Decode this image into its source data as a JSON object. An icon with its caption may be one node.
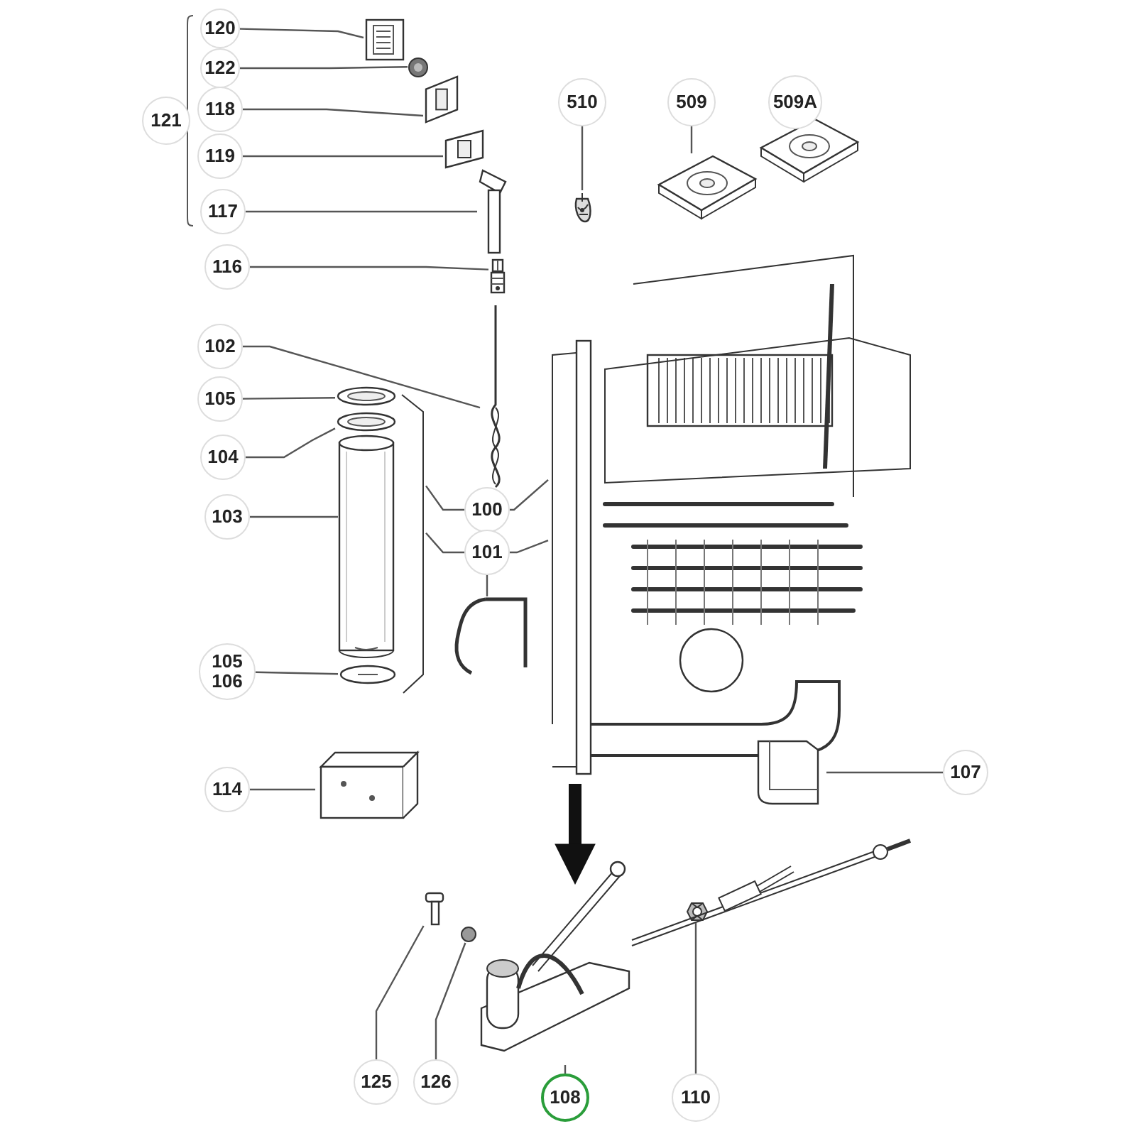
{
  "diagram": {
    "nodes": [
      {
        "text": [
          "120"
        ]
      },
      {
        "text": [
          "122"
        ]
      },
      {
        "text": [
          "118"
        ]
      },
      {
        "text": [
          "119"
        ]
      },
      {
        "text": [
          "117"
        ]
      },
      {
        "text": [
          "116"
        ]
      },
      {
        "text": [
          "102"
        ]
      },
      {
        "text": [
          "105"
        ]
      },
      {
        "text": [
          "104"
        ]
      },
      {
        "text": [
          "103"
        ]
      },
      {
        "text": [
          "105",
          "106"
        ]
      },
      {
        "text": [
          "100"
        ]
      },
      {
        "text": [
          "101"
        ]
      },
      {
        "text": [
          "510"
        ]
      },
      {
        "text": [
          "509"
        ]
      },
      {
        "text": [
          "509A"
        ]
      },
      {
        "text": [
          "114"
        ]
      },
      {
        "text": [
          "107"
        ]
      },
      {
        "text": [
          "125"
        ]
      },
      {
        "text": [
          "126"
        ]
      },
      {
        "text": [
          "108"
        ]
      },
      {
        "text": [
          "110"
        ]
      },
      {
        "text": [],
        "shape": "picture"
      },
      {
        "text": [],
        "shape": "picture"
      },
      {
        "text": [],
        "shape": "picture"
      },
      {
        "text": [],
        "shape": "picture"
      },
      {
        "text": [],
        "shape": "picture"
      },
      {
        "text": [],
        "shape": "picture"
      },
      {
        "text": [],
        "shape": "picture"
      },
      {
        "text": [],
        "shape": "picture"
      },
      {
        "text": [],
        "shape": "picture"
      },
      {
        "text": [],
        "shape": "cylinder"
      },
      {
        "text": [],
        "shape": "picture"
      },
      {
        "text": [],
        "shape": "picture"
      },
      {
        "text": [],
        "shape": "picture"
      },
      {
        "text": [],
        "shape": "picture"
      },
      {
        "text": [],
        "shape": "picture"
      },
      {
        "text": [],
        "shape": "picture"
      },
      {
        "text": [],
        "shape": "picture"
      },
      {
        "text": [],
        "shape": "picture"
      },
      {
        "text": [],
        "shape": "picture"
      },
      {
        "text": [],
        "shape": "picture"
      },
      {
        "text": [],
        "shape": "circle"
      },
      {
        "text": [],
        "shape": "picture"
      },
      {
        "text": [],
        "shape": "picture"
      },
      {
        "text": [
          "121"
        ]
      }
    ],
    "edges": [
      {
        "from": 0,
        "to": 22,
        "arrow": "none"
      },
      {
        "from": 1,
        "to": 23,
        "arrow": "none"
      },
      {
        "from": 2,
        "to": 24,
        "arrow": "none"
      },
      {
        "from": 3,
        "to": 25,
        "arrow": "none"
      },
      {
        "from": 4,
        "to": 26,
        "arrow": "none"
      },
      {
        "from": 5,
        "to": 27,
        "arrow": "none"
      },
      {
        "from": 6,
        "to": 28,
        "arrow": "none"
      },
      {
        "from": 7,
        "to": 29,
        "arrow": "none"
      },
      {
        "from": 8,
        "to": 30,
        "arrow": "none"
      },
      {
        "from": 9,
        "to": 31,
        "arrow": "none"
      },
      {
        "from": 10,
        "to": 32,
        "arrow": "none"
      },
      {
        "from": 11,
        "to": 33,
        "arrow": "none"
      },
      {
        "from": 11,
        "to": 34,
        "arrow": "none"
      },
      {
        "from": 12,
        "to": 33,
        "arrow": "none"
      },
      {
        "from": 12,
        "to": 35,
        "arrow": "none"
      },
      {
        "from": 12,
        "to": 34,
        "arrow": "none"
      },
      {
        "from": 13,
        "to": 38,
        "arrow": "none"
      },
      {
        "from": 14,
        "to": 36,
        "arrow": "none"
      },
      {
        "from": 15,
        "to": 37,
        "arrow": "none"
      },
      {
        "from": 16,
        "to": 39,
        "arrow": "none"
      },
      {
        "from": 17,
        "to": 40,
        "arrow": "none"
      },
      {
        "from": 18,
        "to": 41,
        "arrow": "none"
      },
      {
        "from": 19,
        "to": 42,
        "arrow": "none"
      },
      {
        "from": 20,
        "to": 43,
        "arrow": "none"
      },
      {
        "from": 21,
        "to": 44,
        "arrow": "none"
      },
      {
        "from": 34,
        "to": 43,
        "arrow": "to",
        "style": "thick"
      }
    ]
  }
}
